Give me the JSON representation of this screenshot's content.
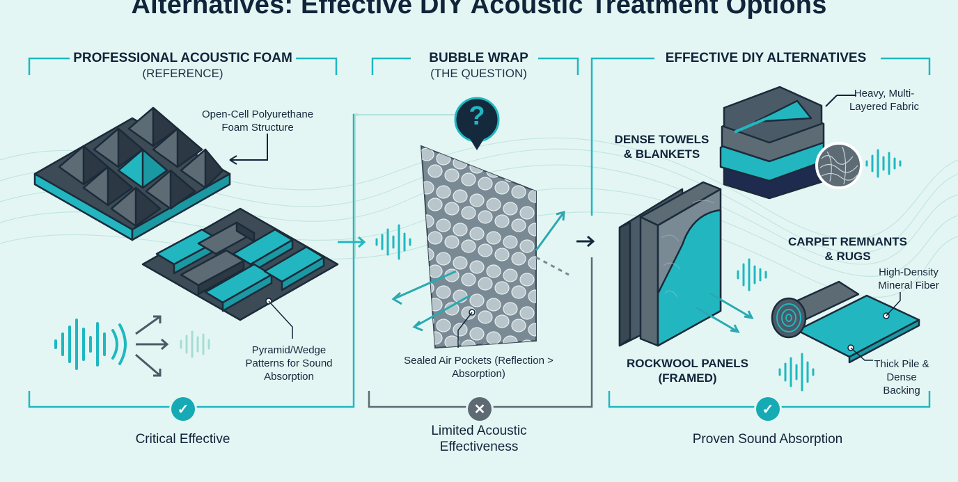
{
  "title": "Alternatives: Effective DIY Acoustic Treatment Options",
  "colors": {
    "accent": "#1fb8c1",
    "navy": "#10243a",
    "slate": "#4a5a66",
    "background": "#e4f6f3"
  },
  "panels": [
    {
      "heading": "PROFESSIONAL ACOUSTIC FOAM",
      "subheading": "(REFERENCE)",
      "labels": [
        "Open-Cell Polyurethane Foam Structure",
        "Pyramid/Wedge Patterns for Sound Absorption"
      ],
      "verdict": "Critical Effective",
      "verdict_icon": "check-icon"
    },
    {
      "heading": "BUBBLE WRAP",
      "subheading": "(THE QUESTION)",
      "question_mark": "?",
      "labels": [
        "Sealed Air Pockets (Reflection > Absorption)"
      ],
      "verdict": "Limited Acoustic Effectiveness",
      "verdict_icon": "x-icon"
    },
    {
      "heading": "EFFECTIVE DIY ALTERNATIVES",
      "items": [
        {
          "name": "DENSE TOWELS & BLANKETS",
          "note": "Heavy, Multi-Layered Fabric"
        },
        {
          "name": "ROCKWOOL PANELS (FRAMED)",
          "note": "High-Density Mineral Fiber"
        },
        {
          "name": "CARPET REMNANTS & RUGS",
          "note": "Thick Pile & Dense Backing"
        }
      ],
      "verdict": "Proven Sound Absorption",
      "verdict_icon": "check-icon"
    }
  ]
}
